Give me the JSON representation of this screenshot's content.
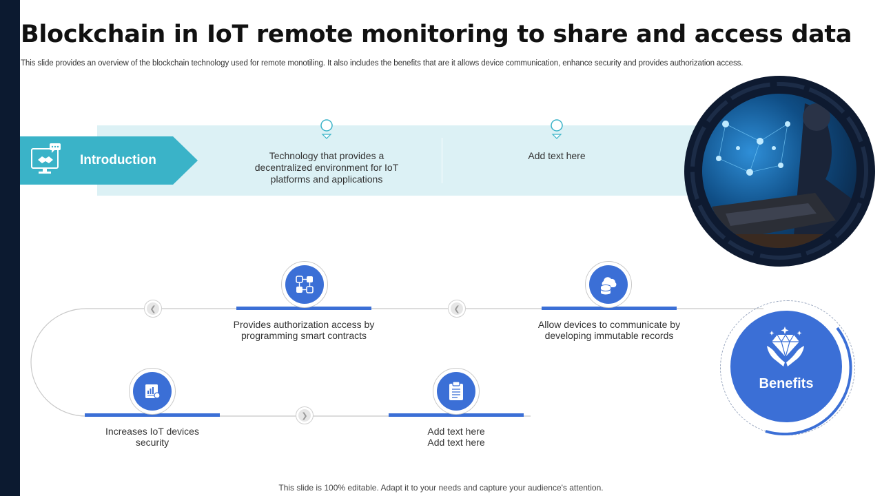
{
  "title": "Blockchain in IoT remote monitoring to share and access data",
  "subtitle": "This slide provides an overview of the blockchain technology used for remote monotiling. It also includes the benefits that are it allows device communication, enhance security and provides authorization access.",
  "introduction": {
    "label": "Introduction",
    "icon": "handshake-monitor-icon",
    "items": [
      {
        "text": "Technology that provides a decentralized environment for IoT platforms and applications"
      },
      {
        "text": "Add text here"
      }
    ]
  },
  "benefits": {
    "label": "Benefits",
    "icon": "diamond-hands-icon",
    "steps": [
      {
        "text": "Allow devices to communicate by developing immutable records",
        "icon": "cloud-database-icon"
      },
      {
        "text": "Provides authorization access by programming smart contracts",
        "icon": "network-nodes-icon"
      },
      {
        "text": "Increases IoT devices security",
        "icon": "report-chart-icon"
      },
      {
        "line1": "Add text here",
        "line2": "Add text here",
        "icon": "clipboard-icon"
      }
    ]
  },
  "footer": "This slide is 100% editable. Adapt it to your needs and capture your audience's attention.",
  "colors": {
    "accent": "#3b6fd6",
    "teal": "#3ab3c8",
    "band": "#dcf1f5",
    "dark": "#0c1a30"
  }
}
